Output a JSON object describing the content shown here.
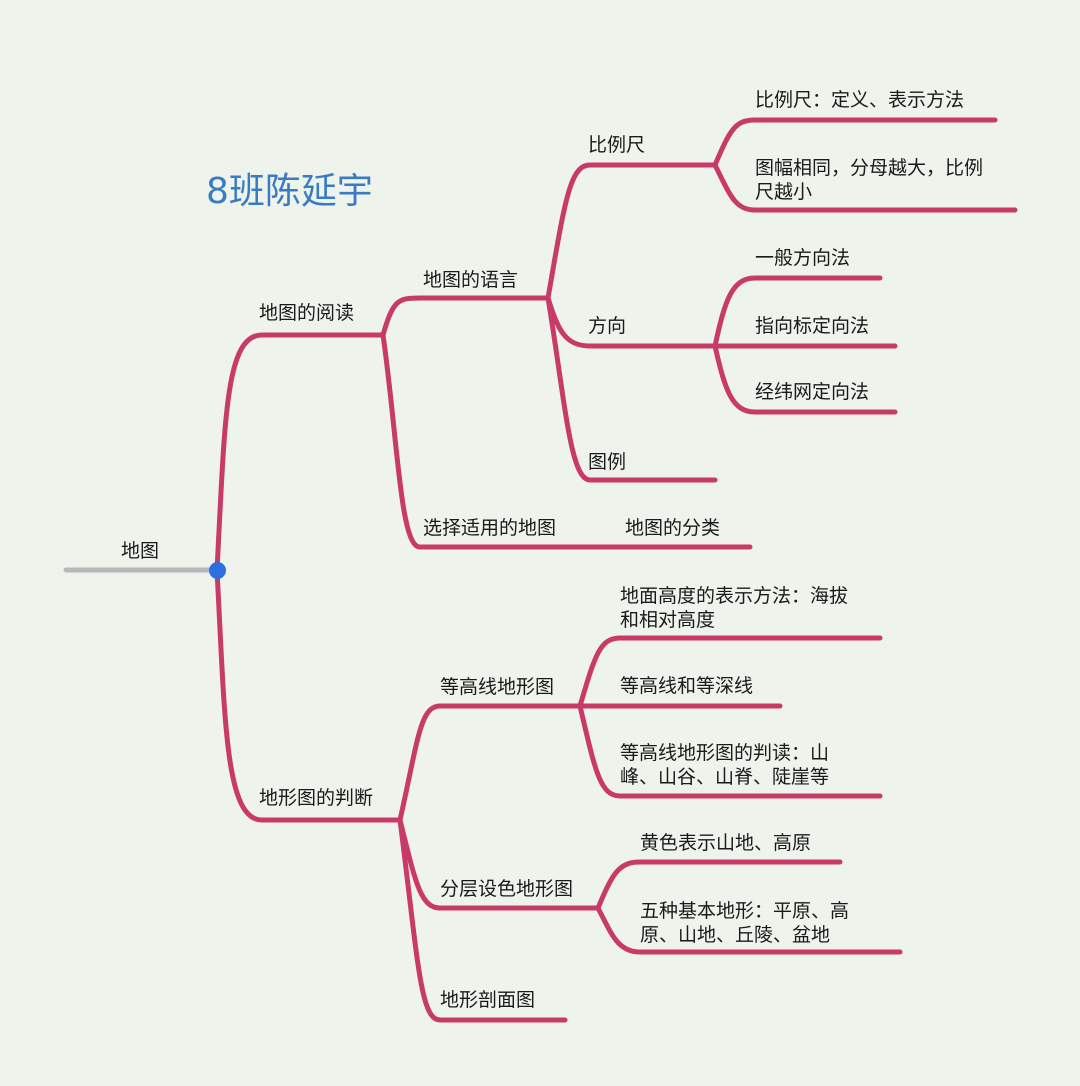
{
  "header": {
    "title": "8班陈延宇"
  },
  "mindmap": {
    "root": "地图",
    "b1": {
      "label": "地图的阅读",
      "lang": {
        "label": "地图的语言",
        "scale": {
          "label": "比例尺",
          "c1": "比例尺：定义、表示方法",
          "c2a": "图幅相同，分母越大，比例",
          "c2b": "尺越小"
        },
        "dir": {
          "label": "方向",
          "c1": "一般方向法",
          "c2": "指向标定向法",
          "c3": "经纬网定向法"
        },
        "legend": "图例"
      },
      "choose": {
        "label": "选择适用的地图",
        "c1": "地图的分类"
      }
    },
    "b2": {
      "label": "地形图的判断",
      "contour": {
        "label": "等高线地形图",
        "c1a": "地面高度的表示方法：海拔",
        "c1b": "和相对高度",
        "c2": "等高线和等深线",
        "c3a": "等高线地形图的判读：山",
        "c3b": "峰、山谷、山脊、陡崖等"
      },
      "layered": {
        "label": "分层设色地形图",
        "c1": "黄色表示山地、高原",
        "c2a": "五种基本地形：平原、高",
        "c2b": "原、山地、丘陵、盆地"
      },
      "profile": "地形剖面图"
    }
  }
}
